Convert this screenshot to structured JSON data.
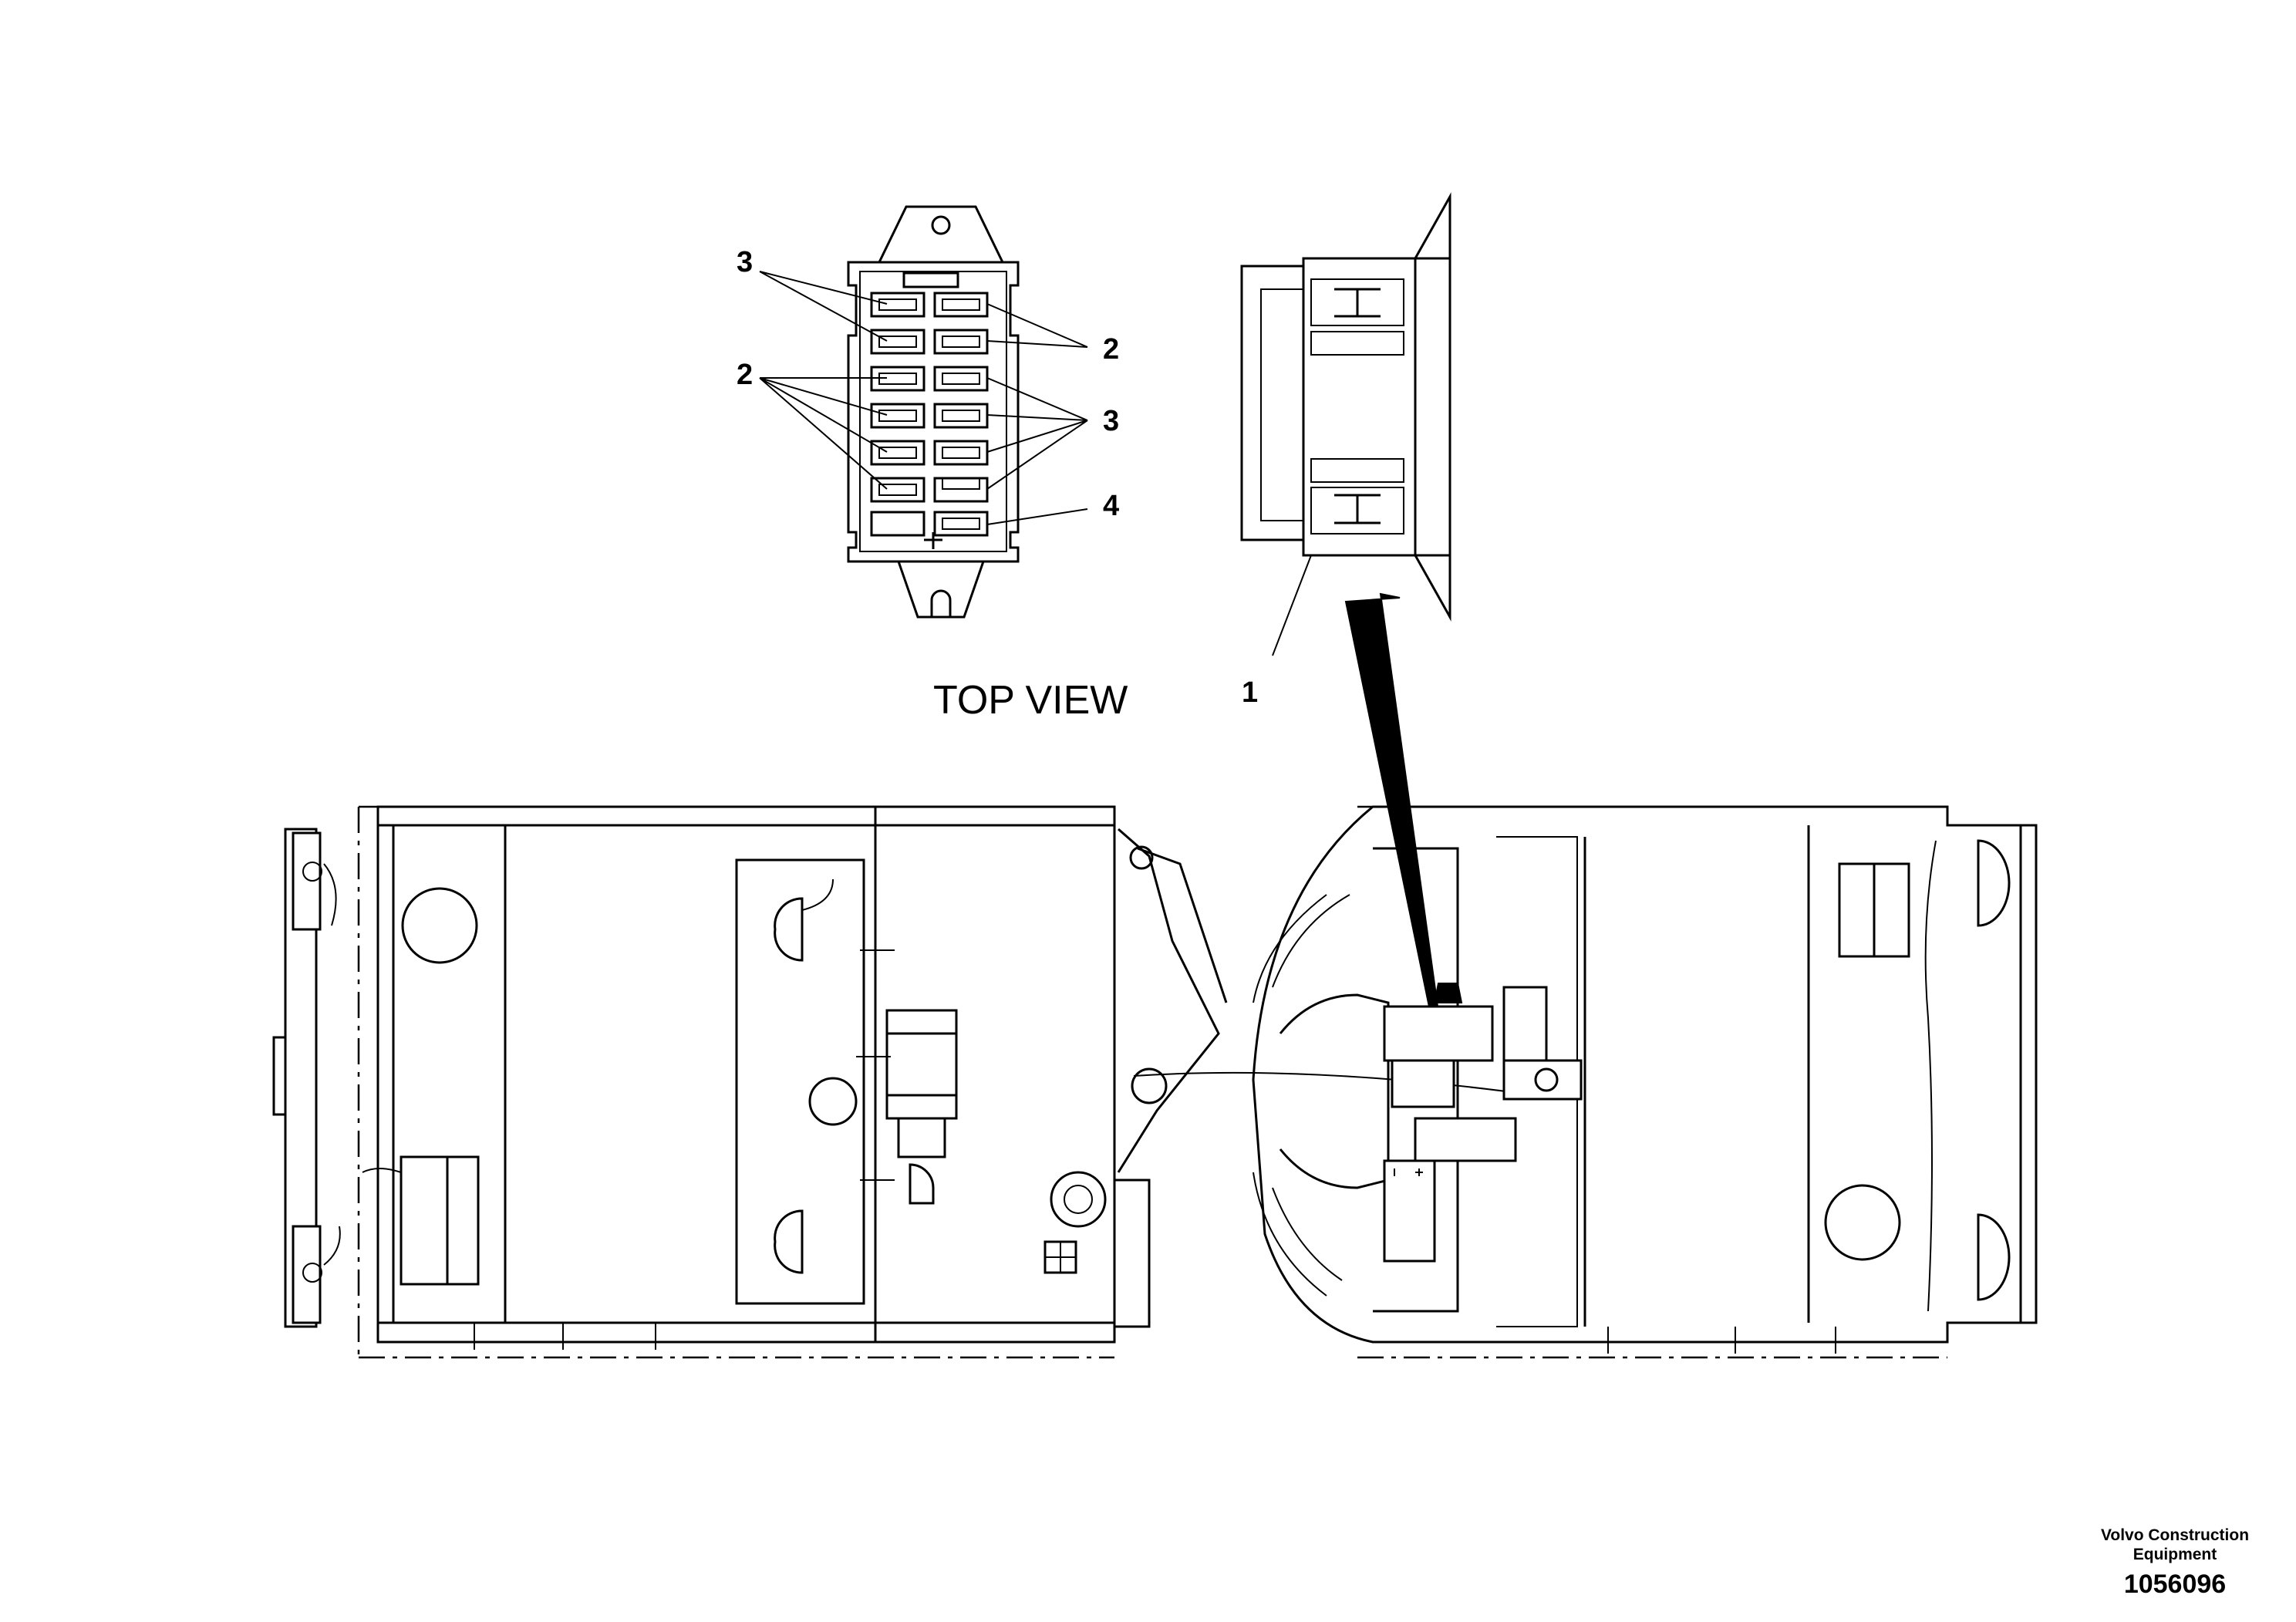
{
  "callouts": {
    "c1": "1",
    "c2_left": "2",
    "c2_right": "2",
    "c3_left": "3",
    "c3_right": "3",
    "c4": "4"
  },
  "caption": "TOP VIEW",
  "footer": {
    "company_line1": "Volvo Construction",
    "company_line2": "Equipment",
    "part_number": "1056096"
  }
}
